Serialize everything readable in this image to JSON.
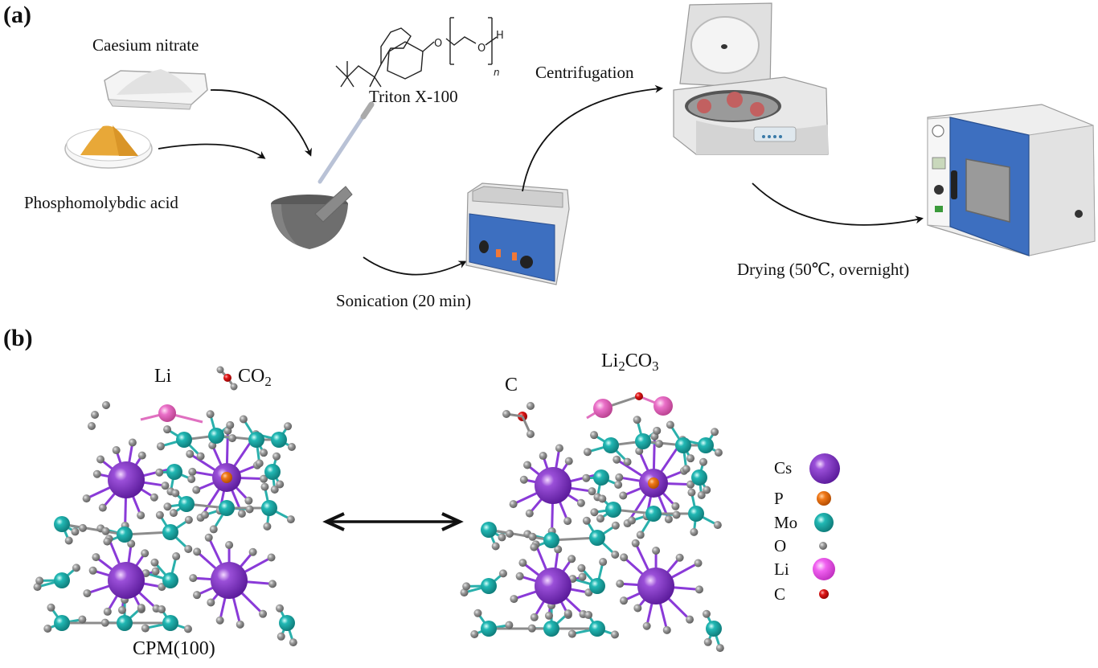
{
  "panel_a": {
    "label": "(a)",
    "reagents": {
      "caesium_nitrate": "Caesium nitrate",
      "phosphomolybdic_acid": "Phosphomolybdic acid",
      "surfactant": "Triton X-100"
    },
    "structure": {
      "oxygen_1": "O",
      "oxygen_2": "O",
      "hydrogen": "H",
      "repeat_subscript": "n"
    },
    "steps": {
      "sonication": "Sonication (20 min)",
      "centrifugation": "Centrifugation",
      "drying": "Drying (50℃, overnight)"
    }
  },
  "panel_b": {
    "label": "(b)",
    "left_structure": {
      "caption": "CPM(100)",
      "li_label": "Li",
      "co2_label_main": "CO",
      "co2_label_sub": "2"
    },
    "right_structure": {
      "c_label": "C",
      "li2co3_p1": "Li",
      "li2co3_s1": "2",
      "li2co3_p2": "CO",
      "li2co3_s2": "3"
    },
    "legend": [
      {
        "symbol": "Cs",
        "color": "#7b2fbf"
      },
      {
        "symbol": "P",
        "color": "#f07818"
      },
      {
        "symbol": "Mo",
        "color": "#20a8a0"
      },
      {
        "symbol": "O",
        "color": "#8a8a8a"
      },
      {
        "symbol": "Li",
        "color": "#f060e8"
      },
      {
        "symbol": "C",
        "color": "#e01010"
      }
    ]
  },
  "colors": {
    "cs": "#7b2fbf",
    "p": "#f07818",
    "mo": "#22b3b0",
    "o": "#8c8c8c",
    "li": "#e878c8",
    "c": "#d01818",
    "device_blue": "#3d6fc0",
    "device_grey": "#e4e4e4",
    "powder_orange": "#e8a838"
  }
}
